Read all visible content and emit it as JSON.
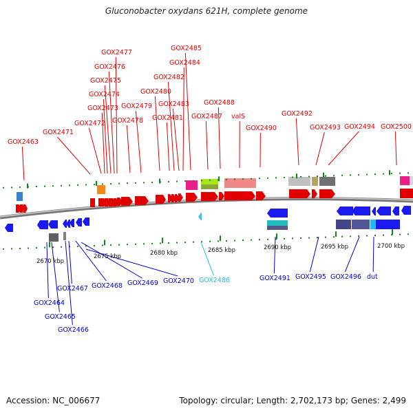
{
  "title": "Gluconobacter oxydans 621H, complete genome",
  "footer": {
    "accession": "Accession: NC_006677",
    "summary": "Topology: circular; Length: 2,702,173 bp; Genes: 2,499"
  },
  "colors": {
    "forward_gene_label": "#e00000",
    "reverse_gene_label": "#0000cc",
    "highlight_label": "#22bbdd",
    "backbone": "#888888",
    "tick_mark": "#118811"
  },
  "scale": {
    "unit": "kbp",
    "labels": [
      "2670 kbp",
      "2675 kbp",
      "2680 kbp",
      "2685 kbp",
      "2690 kbp",
      "2695 kbp",
      "2700 kbp"
    ]
  },
  "forward_labels": [
    "GOX2463",
    "GOX2471",
    "GOX2472",
    "GOX2473",
    "GOX2474",
    "GOX2475",
    "GOX2476",
    "GOX2477",
    "GOX2478",
    "GOX2479",
    "GOX2480",
    "GOX2481",
    "GOX2482",
    "GOX2483",
    "GOX2484",
    "GOX2485",
    "GOX2487",
    "GOX2488",
    "valS",
    "GOX2490",
    "GOX2492",
    "GOX2493",
    "GOX2494",
    "GOX2500"
  ],
  "reverse_labels": [
    "GOX2464",
    "GOX2465",
    "GOX2466",
    "GOX2467",
    "GOX2468",
    "GOX2469",
    "GOX2470",
    "GOX2486",
    "GOX2491",
    "GOX2495",
    "GOX2496",
    "dut"
  ]
}
